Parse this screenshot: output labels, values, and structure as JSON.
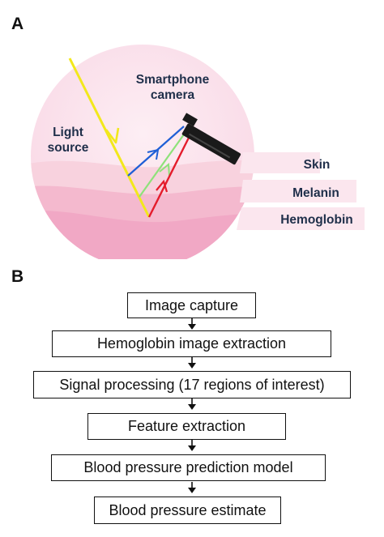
{
  "panel_a": {
    "letter": "A",
    "labels": {
      "camera_line1": "Smartphone",
      "camera_line2": "camera",
      "light_line1": "Light",
      "light_line2": "source",
      "skin": "Skin",
      "melanin": "Melanin",
      "hemoglobin": "Hemoglobin"
    },
    "colors": {
      "incident_light": "#f2e81c",
      "blue_ray": "#1f5fd6",
      "green_ray": "#8ee27a",
      "red_ray": "#e41c2c",
      "skin_layer": "#f6c6d4",
      "melanin_layer": "#f3b1c9",
      "hemoglobin_layer": "#ef9bbd",
      "background_circle": "#fbe4ee"
    }
  },
  "panel_b": {
    "letter": "B",
    "steps": [
      "Image capture",
      "Hemoglobin image extraction",
      "Signal processing (17 regions of interest)",
      "Feature extraction",
      "Blood pressure prediction model",
      "Blood pressure estimate"
    ]
  }
}
